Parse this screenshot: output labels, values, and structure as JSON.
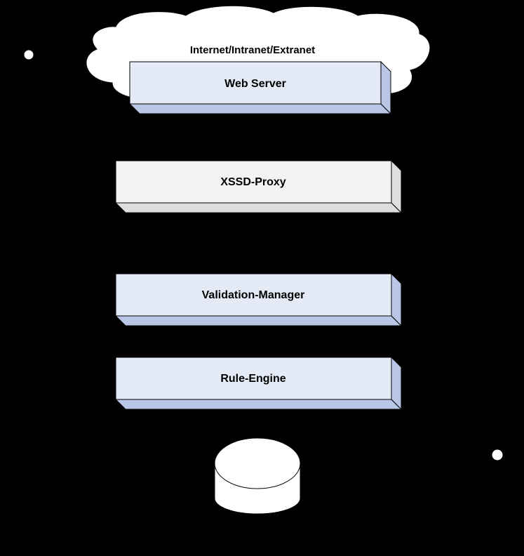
{
  "diagram": {
    "cloud_label": "Internet/Intranet/Extranet",
    "boxes": [
      {
        "id": "web-server",
        "label": "Web Server"
      },
      {
        "id": "xssd-proxy",
        "label": "XSSD-Proxy"
      },
      {
        "id": "validation-manager",
        "label": "Validation-Manager"
      },
      {
        "id": "rule-engine",
        "label": "Rule-Engine"
      }
    ],
    "colors": {
      "background": "#000000",
      "cloud_fill": "#ffffff",
      "box_face_blue": "#e4ebf7",
      "box_side_blue": "#b9c6e6",
      "box_face_gray": "#f2f2f2",
      "box_side_gray": "#dedede",
      "outline": "#000000",
      "database_fill": "#ffffff"
    }
  }
}
